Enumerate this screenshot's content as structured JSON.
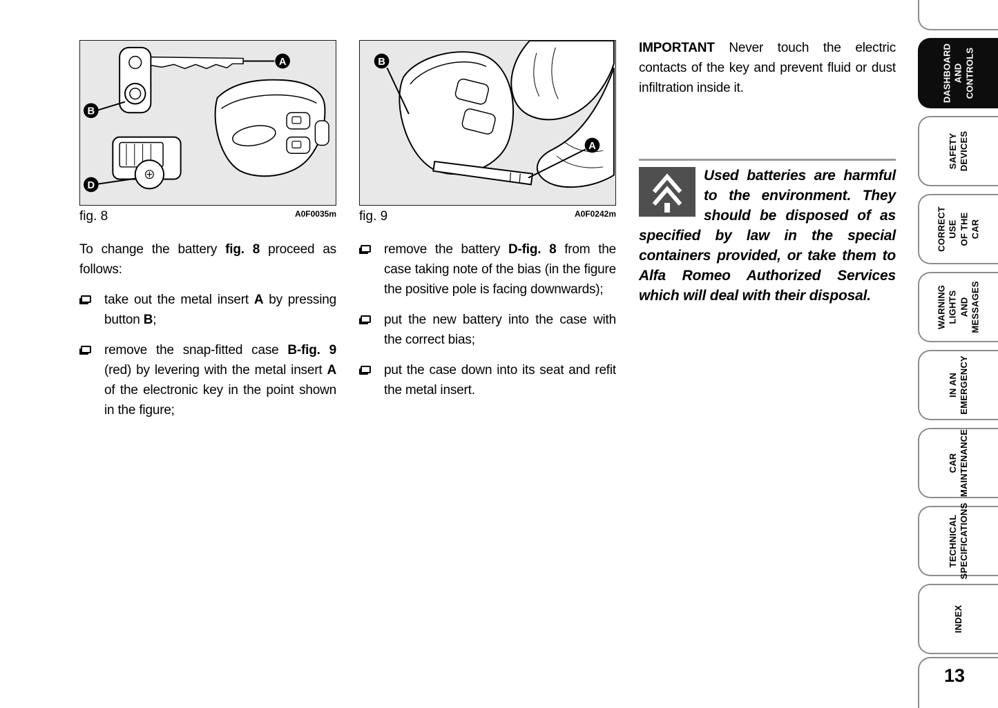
{
  "colors": {
    "figure_background": "#e8e8e8",
    "active_tab_background": "#0d0d0d",
    "warning_icon_background": "#4f4f4f",
    "divider_rule": "#9a9a9a"
  },
  "figures": [
    {
      "caption": "fig. 8",
      "code": "A0F0035m",
      "labels": {
        "a": "A",
        "b": "B",
        "d": "D"
      }
    },
    {
      "caption": "fig. 9",
      "code": "A0F0242m",
      "labels": {
        "b": "B",
        "a": "A"
      }
    }
  ],
  "columns": {
    "left": {
      "intro": {
        "s0": "To change the battery ",
        "s1": "fig. 8",
        "s2": " proceed as follows:"
      },
      "bullet1": {
        "s0": "take out the metal insert ",
        "s1": "A",
        "s2": " by pressing button ",
        "s3": "B",
        "s4": ";"
      },
      "bullet2": {
        "s0": "remove the snap-fitted case ",
        "s1": "B-fig. 9",
        "s2": " (red) by levering with the metal insert ",
        "s3": "A",
        "s4": " of the electronic key in the point shown in the figure;"
      }
    },
    "middle": {
      "bullet1": {
        "s0": "remove the battery ",
        "s1": "D-fig. 8",
        "s2": " from the case taking note of the bias (in the figure the positive pole is facing downwards);"
      },
      "bullet2": "put the new battery into the case with the correct bias;",
      "bullet3": "put the case down into its seat and refit the metal insert."
    },
    "right": {
      "important": {
        "s0": "IMPORTANT",
        "s1": " Never touch the electric contacts of the key and prevent fluid or dust infiltration inside it."
      },
      "warning_text": "Used batteries are harmful to the environment. They should be disposed of as specified by law in the special containers provided, or take them to Alfa Romeo Authorized Services which will deal with their disposal."
    }
  },
  "sidebar": {
    "tabs": [
      {
        "label": "DASHBOARD\nAND\nCONTROLS",
        "active": true
      },
      {
        "label": "SAFETY\nDEVICES",
        "active": false
      },
      {
        "label": "CORRECT USE\nOF THE CAR",
        "active": false
      },
      {
        "label": "WARNING\nLIGHTS AND\nMESSAGES",
        "active": false
      },
      {
        "label": "IN AN\nEMERGENCY",
        "active": false
      },
      {
        "label": "CAR\nMAINTENANCE",
        "active": false
      },
      {
        "label": "TECHNICAL\nSPECIFICATIONS",
        "active": false
      },
      {
        "label": "INDEX",
        "active": false
      }
    ],
    "page_number": "13"
  }
}
